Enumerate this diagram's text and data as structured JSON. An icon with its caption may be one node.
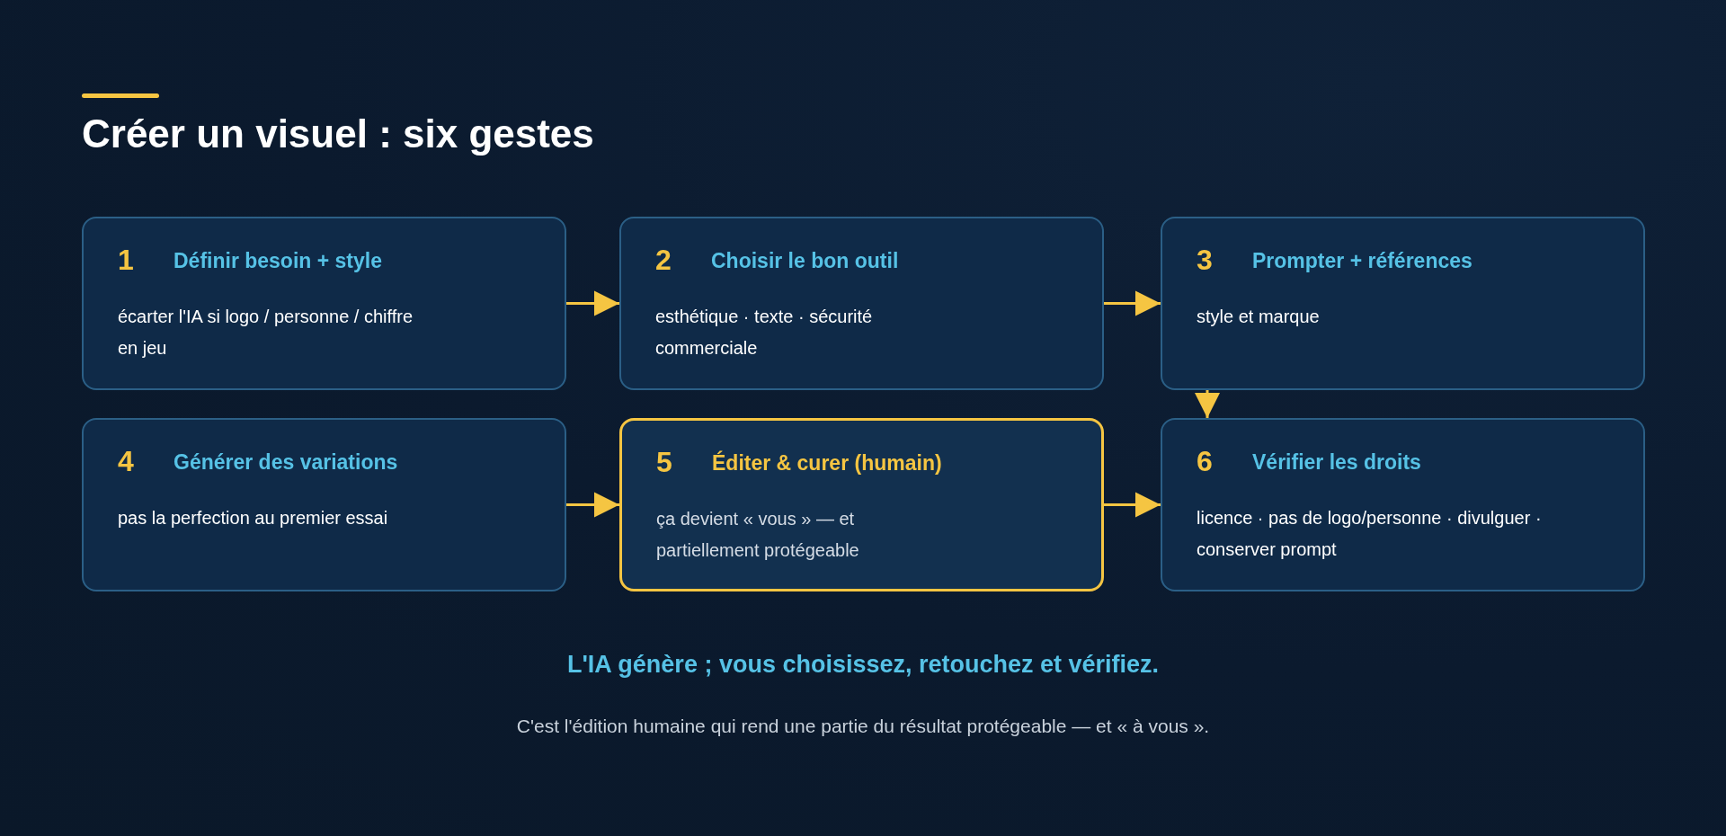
{
  "diagram": {
    "title": "Créer un visuel : six gestes",
    "nodes": [
      {
        "text": [
          "1",
          "Définir besoin + style",
          "écarter l'IA si logo / personne / chiffre en jeu"
        ]
      },
      {
        "text": [
          "2",
          "Choisir le bon outil",
          "esthétique · texte · sécurité commerciale"
        ]
      },
      {
        "text": [
          "3",
          "Prompter + références",
          "style et marque"
        ]
      },
      {
        "text": [
          "4",
          "Générer des variations",
          "pas la perfection au premier essai"
        ]
      },
      {
        "text": [
          "5",
          "Éditer & curer (humain)",
          "ça devient « vous » — et partiellement protégeable"
        ]
      },
      {
        "text": [
          "6",
          "Vérifier les droits",
          "licence · pas de logo/personne · divulguer · conserver prompt"
        ]
      }
    ],
    "edges": [
      {
        "from": 0,
        "to": 1,
        "arrow": "to"
      },
      {
        "from": 1,
        "to": 2,
        "arrow": "to"
      },
      {
        "from": 2,
        "to": 5,
        "arrow": "to"
      },
      {
        "from": 3,
        "to": 4,
        "arrow": "to"
      },
      {
        "from": 4,
        "to": 5,
        "arrow": "to"
      }
    ],
    "labels": [
      "L'IA génère ; vous choisissez, retouchez et vérifiez."
    ],
    "caption": "C'est l'édition humaine qui rend une partie du résultat protégeable — et « à vous »."
  }
}
